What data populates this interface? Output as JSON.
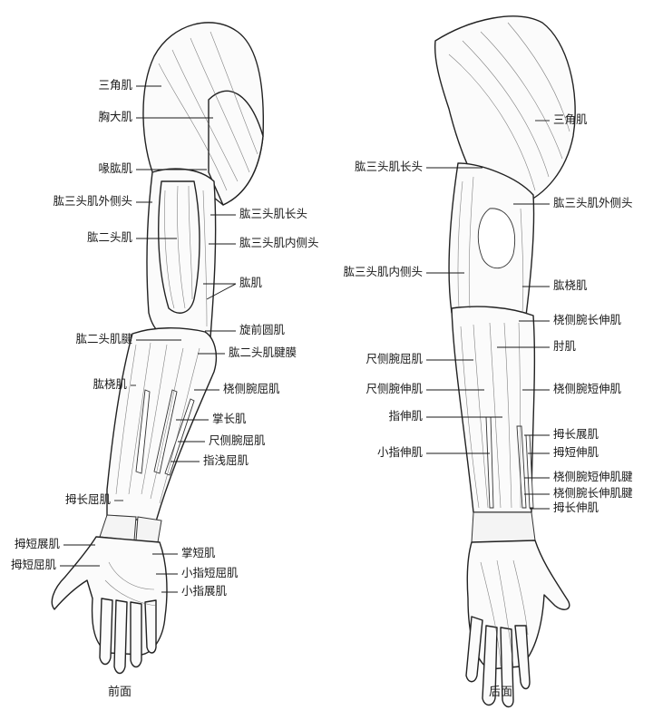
{
  "views": {
    "front": {
      "caption": "前面",
      "labels": [
        {
          "id": "deltoid",
          "text": "三角肌"
        },
        {
          "id": "pectoralis-major",
          "text": "胸大肌"
        },
        {
          "id": "coracobrachialis",
          "text": "喙肱肌"
        },
        {
          "id": "triceps-lateral-head",
          "text": "肱三头肌外侧头"
        },
        {
          "id": "triceps-long-head",
          "text": "肱三头肌长头"
        },
        {
          "id": "biceps",
          "text": "肱二头肌"
        },
        {
          "id": "triceps-medial-head",
          "text": "肱三头肌内侧头"
        },
        {
          "id": "brachialis",
          "text": "肱肌"
        },
        {
          "id": "pronator-teres",
          "text": "旋前圆肌"
        },
        {
          "id": "biceps-tendon",
          "text": "肱二头肌腱"
        },
        {
          "id": "bicipital-aponeurosis",
          "text": "肱二头肌腱膜"
        },
        {
          "id": "brachioradialis",
          "text": "肱桡肌"
        },
        {
          "id": "flexor-carpi-radialis",
          "text": "桡侧腕屈肌"
        },
        {
          "id": "palmaris-longus",
          "text": "掌长肌"
        },
        {
          "id": "flexor-carpi-ulnaris",
          "text": "尺侧腕屈肌"
        },
        {
          "id": "flexor-digitorum-superficialis",
          "text": "指浅屈肌"
        },
        {
          "id": "flexor-pollicis-longus",
          "text": "拇长屈肌"
        },
        {
          "id": "abductor-pollicis-brevis",
          "text": "拇短展肌"
        },
        {
          "id": "flexor-pollicis-brevis",
          "text": "拇短屈肌"
        },
        {
          "id": "palmaris-brevis",
          "text": "掌短肌"
        },
        {
          "id": "flexor-digiti-minimi-brevis",
          "text": "小指短屈肌"
        },
        {
          "id": "abductor-digiti-minimi",
          "text": "小指展肌"
        }
      ]
    },
    "back": {
      "caption": "后面",
      "labels": [
        {
          "id": "deltoid",
          "text": "三角肌"
        },
        {
          "id": "triceps-long-head",
          "text": "肱三头肌长头"
        },
        {
          "id": "triceps-lateral-head",
          "text": "肱三头肌外侧头"
        },
        {
          "id": "triceps-medial-head",
          "text": "肱三头肌内侧头"
        },
        {
          "id": "brachioradialis",
          "text": "肱桡肌"
        },
        {
          "id": "extensor-carpi-radialis-longus",
          "text": "桡侧腕长伸肌"
        },
        {
          "id": "anconeus",
          "text": "肘肌"
        },
        {
          "id": "flexor-carpi-ulnaris",
          "text": "尺侧腕屈肌"
        },
        {
          "id": "extensor-carpi-ulnaris",
          "text": "尺侧腕伸肌"
        },
        {
          "id": "extensor-carpi-radialis-brevis",
          "text": "桡侧腕短伸肌"
        },
        {
          "id": "extensor-digitorum",
          "text": "指伸肌"
        },
        {
          "id": "abductor-pollicis-longus",
          "text": "拇长展肌"
        },
        {
          "id": "extensor-digiti-minimi",
          "text": "小指伸肌"
        },
        {
          "id": "extensor-pollicis-brevis",
          "text": "拇短伸肌"
        },
        {
          "id": "ecrb-tendon",
          "text": "桡侧腕短伸肌腱"
        },
        {
          "id": "ecrl-tendon",
          "text": "桡侧腕长伸肌腱"
        },
        {
          "id": "extensor-pollicis-longus",
          "text": "拇长伸肌"
        }
      ]
    }
  }
}
